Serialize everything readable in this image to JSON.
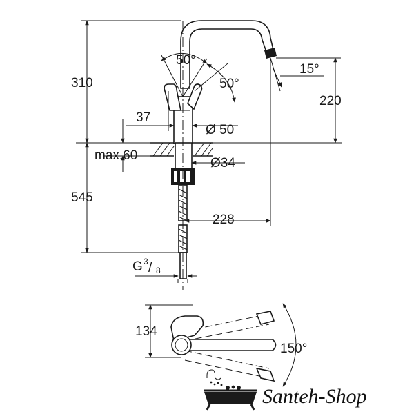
{
  "dimensions": {
    "height_total_top": "310",
    "spout_height": "220",
    "lever_angle_top": "50°",
    "lever_angle_side": "50°",
    "spout_tilt": "15°",
    "offset_37": "37",
    "diameter_body": "Ø 50",
    "max_thickness": "max.60",
    "diameter_hole": "Ø34",
    "below_deck": "545",
    "reach": "228",
    "thread_G": "G",
    "thread_num": "3",
    "thread_den": "8",
    "plan_depth": "134",
    "swivel_angle": "150°"
  },
  "brand": {
    "name": "Santeh-Shop",
    "logo_icon": "bathtub-shower-icon"
  }
}
